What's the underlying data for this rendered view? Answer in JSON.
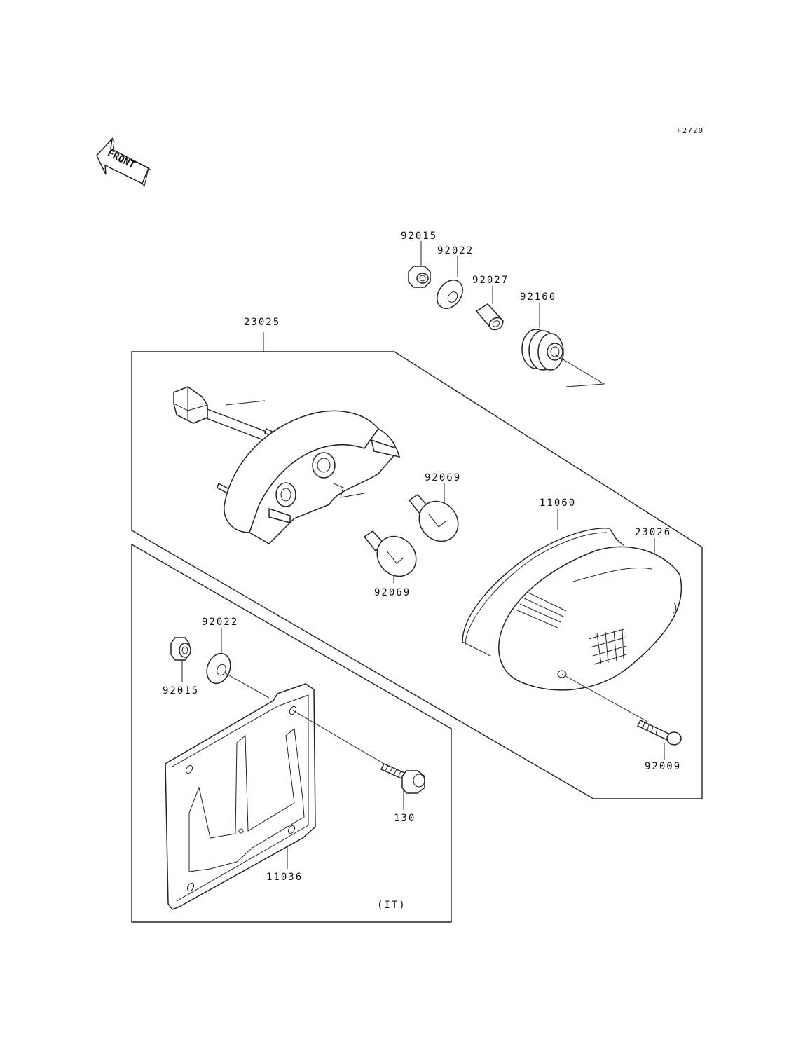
{
  "figure_code": "F2720",
  "front_arrow": {
    "label": "FRONT",
    "icon": "front-direction-arrow-icon"
  },
  "market_note": "(IT)",
  "part_labels": {
    "p92015_top": "92015",
    "p92022_top": "92022",
    "p92027": "92027",
    "p92160": "92160",
    "p23025": "23025",
    "p92069_upper": "92069",
    "p92069_lower": "92069",
    "p11060": "11060",
    "p23026": "23026",
    "p92022_bottom": "92022",
    "p92015_bottom": "92015",
    "p92009": "92009",
    "p130": "130",
    "p11036": "11036"
  }
}
